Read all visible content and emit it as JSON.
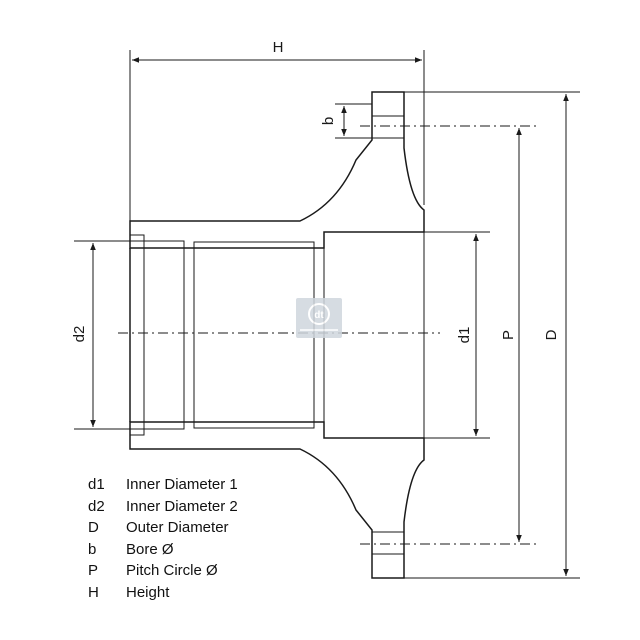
{
  "dimensions": {
    "H": "H",
    "b": "b",
    "d2": "d2",
    "d1": "d1",
    "P": "P",
    "D": "D"
  },
  "logo": {
    "text": "dt",
    "color": "#cfd6dd"
  },
  "legend": [
    {
      "symbol": "d1",
      "label": "Inner Diameter 1"
    },
    {
      "symbol": "d2",
      "label": "Inner Diameter 2"
    },
    {
      "symbol": "D",
      "label": "Outer Diameter"
    },
    {
      "symbol": "b",
      "label": "Bore Ø"
    },
    {
      "symbol": "P",
      "label": "Pitch Circle Ø"
    },
    {
      "symbol": "H",
      "label": "Height"
    }
  ]
}
